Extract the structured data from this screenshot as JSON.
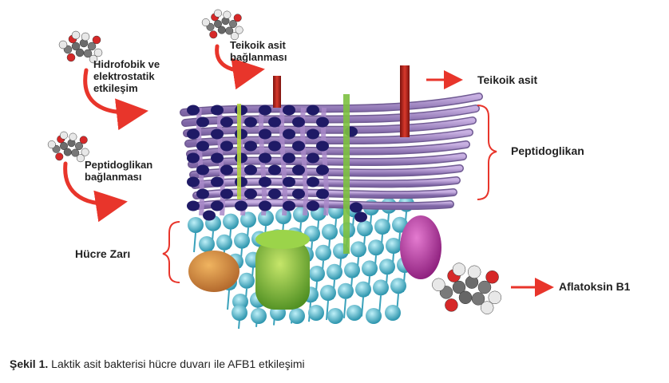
{
  "labels": {
    "hydrophobic": [
      "Hidrofobik ve",
      "elektrostatik",
      "etkileşim"
    ],
    "teichoic_binding": [
      "Teikoik asit",
      "bağlanması"
    ],
    "peptidoglycan_binding": [
      "Peptidoglikan",
      "bağlanması"
    ],
    "teichoic_acid": "Teikoik asit",
    "peptidoglycan": "Peptidoglikan",
    "cell_membrane": "Hücre Zarı",
    "aflatoxin": "Aflatoksin B1"
  },
  "caption": {
    "prefix": "Şekil 1.",
    "text": " Laktik asit bakterisi hücre duvarı ile AFB1 etkileşimi"
  },
  "colors": {
    "arrow": "#e8352b",
    "fiber": "#a888c8",
    "fiber_dark": "#6f5a92",
    "node": "#1f1a66",
    "membrane_head": "#49b6cc",
    "protein_green": "#7cbf3a",
    "protein_orange": "#d88a3a",
    "protein_magenta": "#c23aa6",
    "teichoic": "#b8221b"
  }
}
